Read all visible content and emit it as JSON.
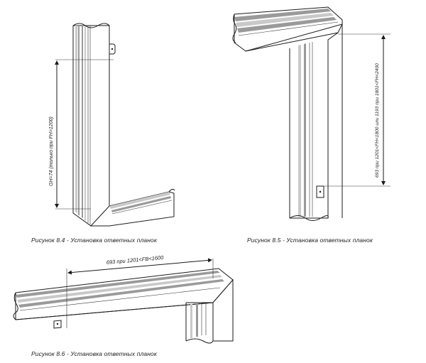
{
  "figures": [
    {
      "id": "8.4",
      "caption": "Рисунок 8.4 - Установка ответных планок",
      "dimension": "GH=74  (только при FH>1200)"
    },
    {
      "id": "8.5",
      "caption": "Рисунок 8.5 - Установка ответных планок",
      "dimension": "693 при 1201<FH<1800 или 1193 при 1801<FH<2400"
    },
    {
      "id": "8.6",
      "caption": "Рисунок 8.6 - Установка ответных планок",
      "dimension": "693  при 1201<FB<1600"
    }
  ]
}
